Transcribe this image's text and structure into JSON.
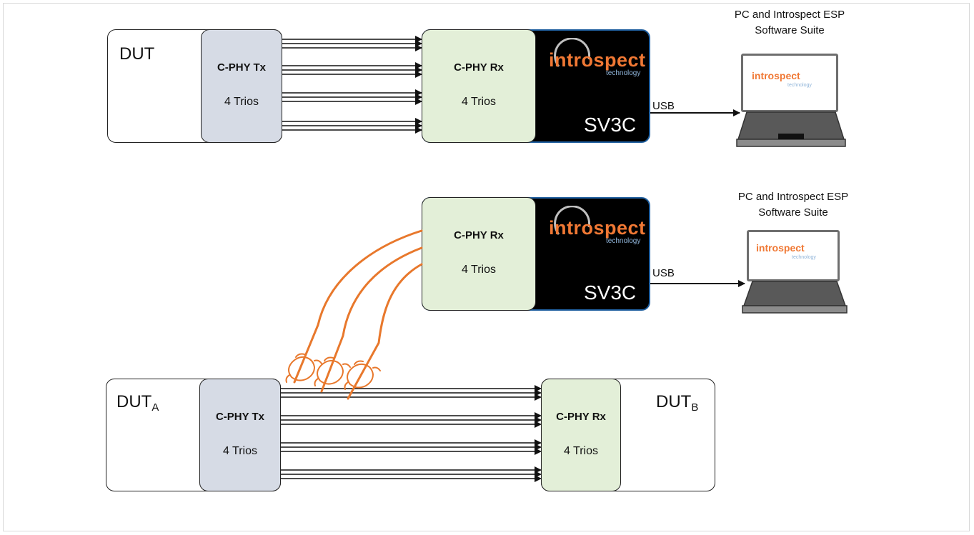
{
  "top_setup": {
    "dut_label": "DUT",
    "tx": {
      "title": "C-PHY Tx",
      "trios": "4 Trios"
    },
    "rx": {
      "title": "C-PHY Rx",
      "trios": "4 Trios"
    },
    "analyzer": {
      "label": "SV3C",
      "logo_text": "introspect",
      "logo_sub": "technology"
    },
    "usb_label": "USB",
    "pc": {
      "caption_line1": "PC and Introspect ESP",
      "caption_line2": "Software Suite",
      "screen_logo": "introspect",
      "screen_logo_sub": "technology"
    }
  },
  "bottom_setup": {
    "analyzer": {
      "label": "SV3C",
      "logo_text": "introspect",
      "logo_sub": "technology"
    },
    "rx": {
      "title": "C-PHY Rx",
      "trios": "4 Trios"
    },
    "usb_label": "USB",
    "pc": {
      "caption_line1": "PC and Introspect ESP",
      "caption_line2": "Software Suite",
      "screen_logo": "introspect",
      "screen_logo_sub": "technology"
    },
    "dut_a": {
      "label": "DUT",
      "subscript": "A"
    },
    "dut_b": {
      "label": "DUT",
      "subscript": "B"
    },
    "tx": {
      "title": "C-PHY Tx",
      "trios": "4 Trios"
    },
    "rx_b": {
      "title": "C-PHY Rx",
      "trios": "4 Trios"
    }
  },
  "colors": {
    "tx_fill": "#d6dbe5",
    "rx_fill": "#e3efd8",
    "analyzer_fill": "#000000",
    "probe_orange": "#e8782c",
    "logo_orange": "#f07834"
  }
}
